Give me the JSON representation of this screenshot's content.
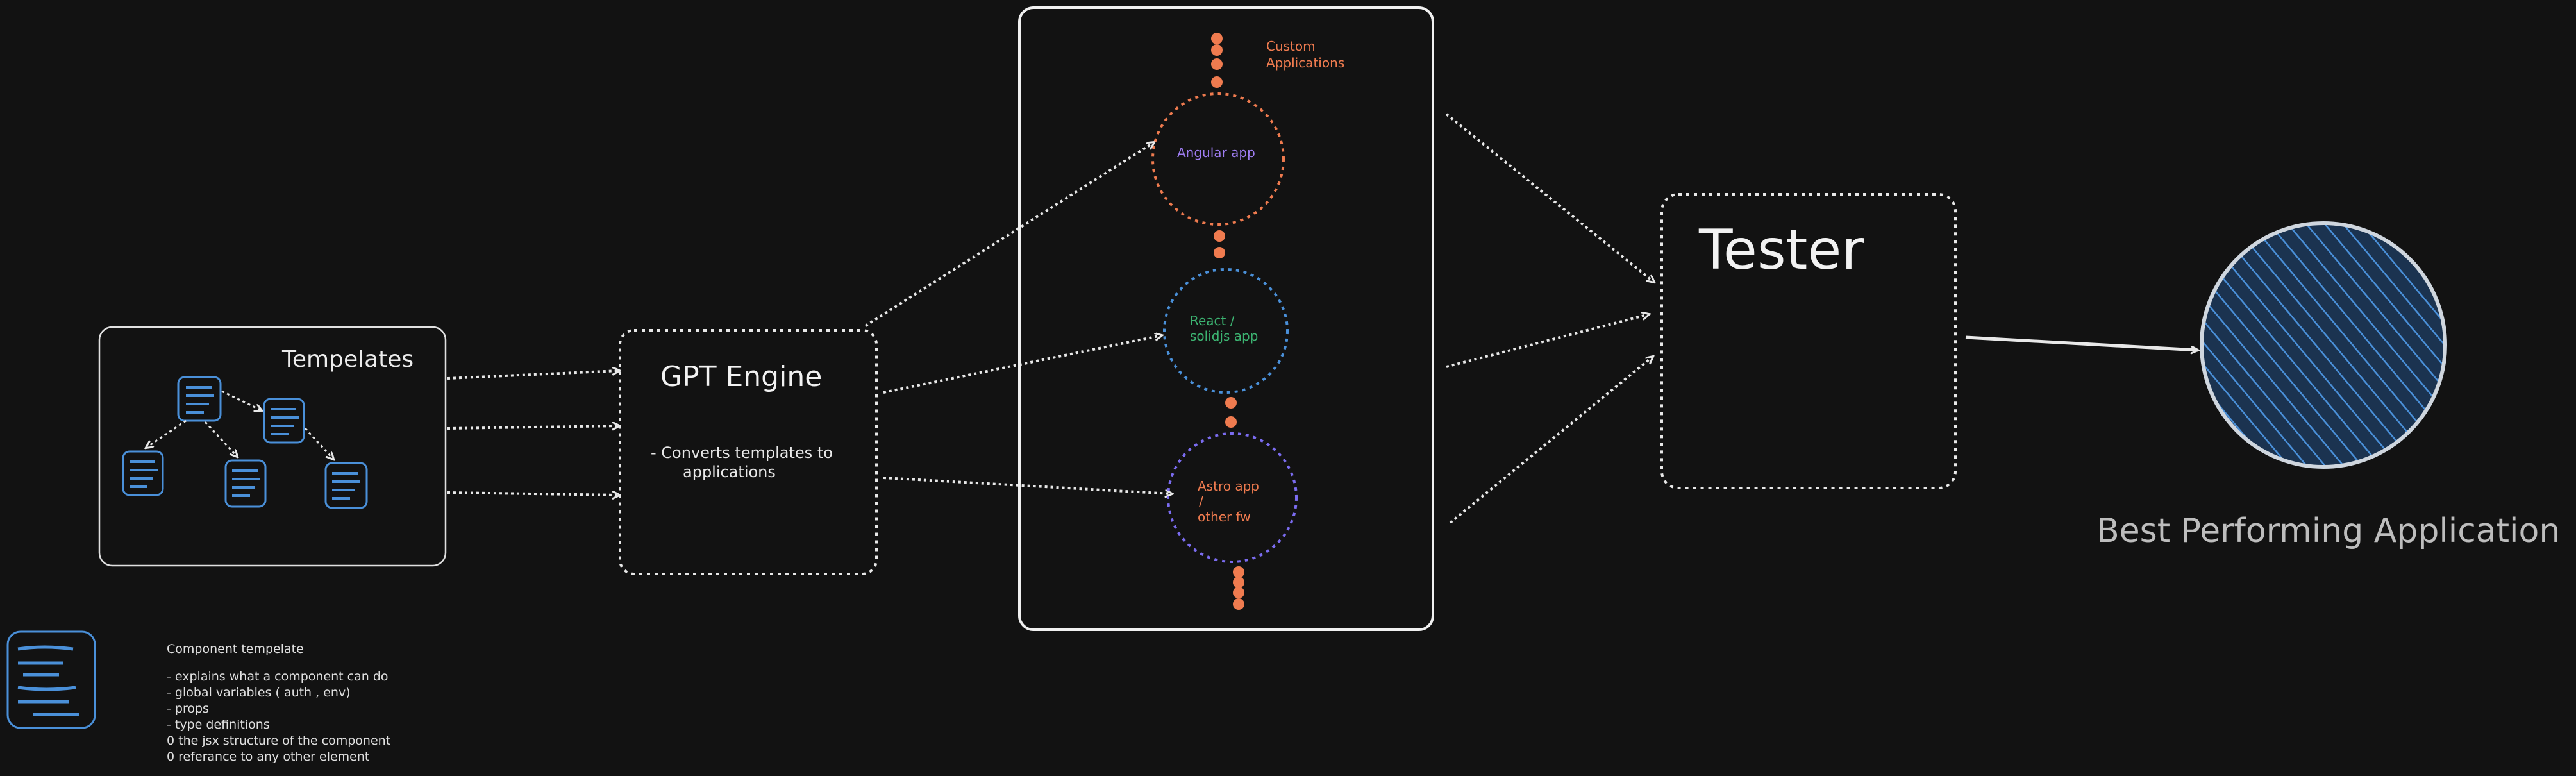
{
  "templates_box": {
    "title": "Tempelates"
  },
  "engine": {
    "title": "GPT Engine",
    "desc_line1": "- Converts templates to",
    "desc_line2": "applications"
  },
  "custom_apps": {
    "label_line1": "Custom",
    "label_line2": "Applications"
  },
  "apps": [
    {
      "line1": "Angular app",
      "line2": "",
      "line3": ""
    },
    {
      "line1": "React /",
      "line2": "solidjs app",
      "line3": ""
    },
    {
      "line1": "Astro app",
      "line2": "/",
      "line3": "other fw"
    }
  ],
  "tester": {
    "title": "Tester"
  },
  "result": {
    "label": "Best Performing Application"
  },
  "legend": {
    "title": "Component tempelate",
    "items": [
      "- explains what a component can do",
      "- global variables ( auth , env)",
      "- props",
      "- type definitions",
      "0  the jsx structure of the component",
      "0 referance to any other element"
    ]
  },
  "colors": {
    "background": "#121212",
    "stroke": "#e8e8e8",
    "blue": "#4a90d9",
    "orange": "#ef7b4f",
    "purple": "#9d7cf0",
    "green": "#3cb371",
    "indigo": "#7b6cf0"
  }
}
